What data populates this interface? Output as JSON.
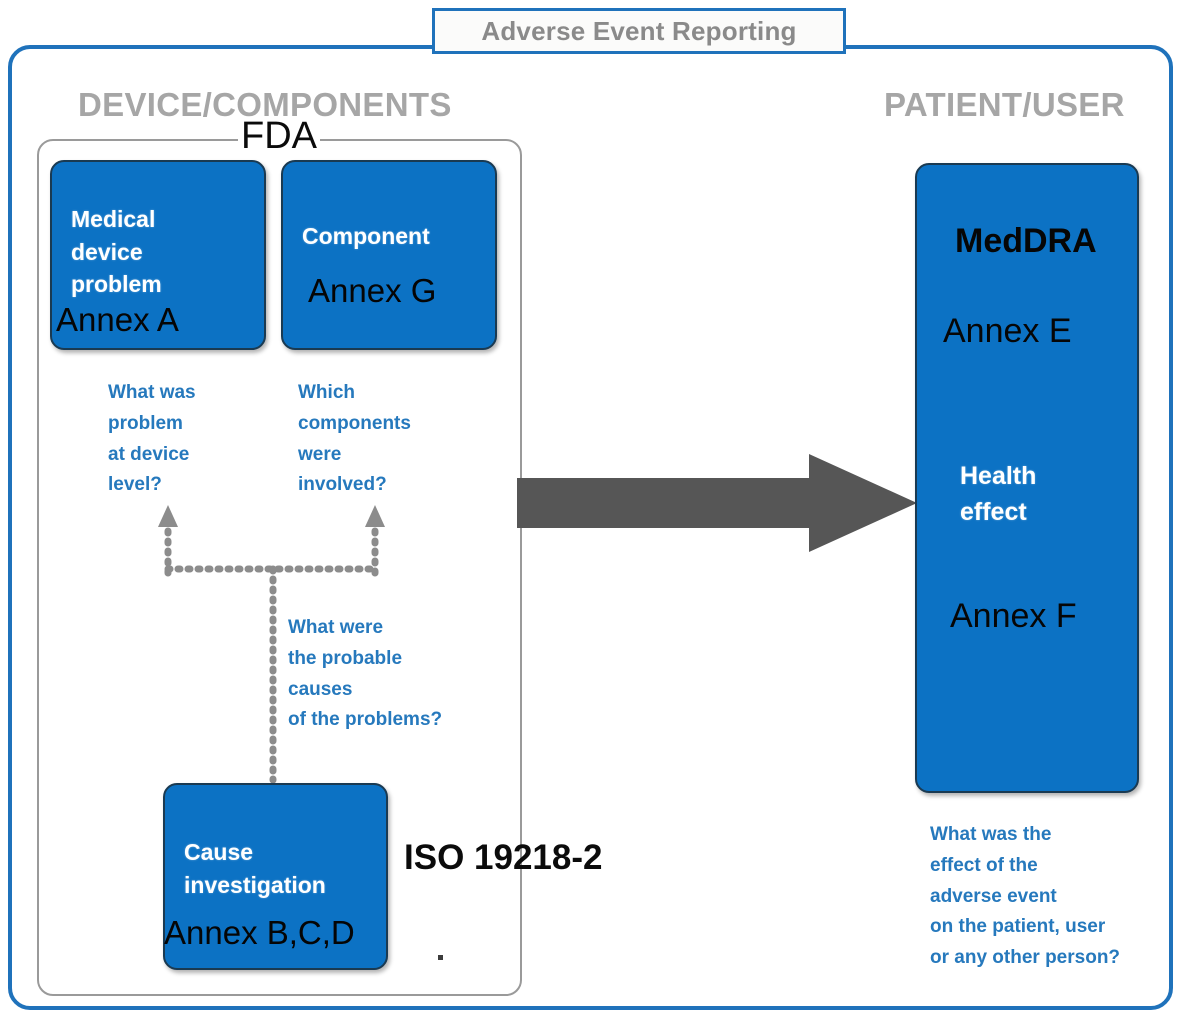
{
  "diagram": {
    "title": "Adverse Event Reporting",
    "colors": {
      "frame_blue": "#1f72bb",
      "box_blue": "#0c72c4",
      "header_gray": "#a6a6a6",
      "question_blue": "#2679bd",
      "arrow_gray": "#565656",
      "inner_frame_gray": "#9a9a9a"
    },
    "headers": {
      "left": "DEVICE/COMPONENTS",
      "right": "PATIENT/USER"
    },
    "standards": {
      "fda": "FDA",
      "iso": "ISO 19218-2"
    },
    "left_panel": {
      "boxes": [
        {
          "id": "medical-device-problem",
          "label": "Medical\ndevice\nproblem",
          "annex": "Annex A",
          "question": "What was\nproblem\nat device\nlevel?"
        },
        {
          "id": "component",
          "label": "Component",
          "annex": "Annex G",
          "question": "Which\ncomponents\nwere\ninvolved?"
        },
        {
          "id": "cause-investigation",
          "label": "Cause\ninvestigation",
          "annex": "Annex B,C,D",
          "question": "What were\nthe probable\ncauses\nof the problems?"
        }
      ],
      "stray_mark": "."
    },
    "right_panel": {
      "box": {
        "id": "meddra",
        "title": "MedDRA",
        "annex_top": "Annex E",
        "label": "Health\neffect",
        "annex_bottom": "Annex F"
      },
      "question": "What was the\neffect of the\nadverse event\non the patient, user\nor any other person?"
    },
    "connectors": {
      "flow_arrow": "device-to-patient-arrow",
      "cause_links": "cause-to-problem-and-component-dotted-arrows"
    }
  }
}
